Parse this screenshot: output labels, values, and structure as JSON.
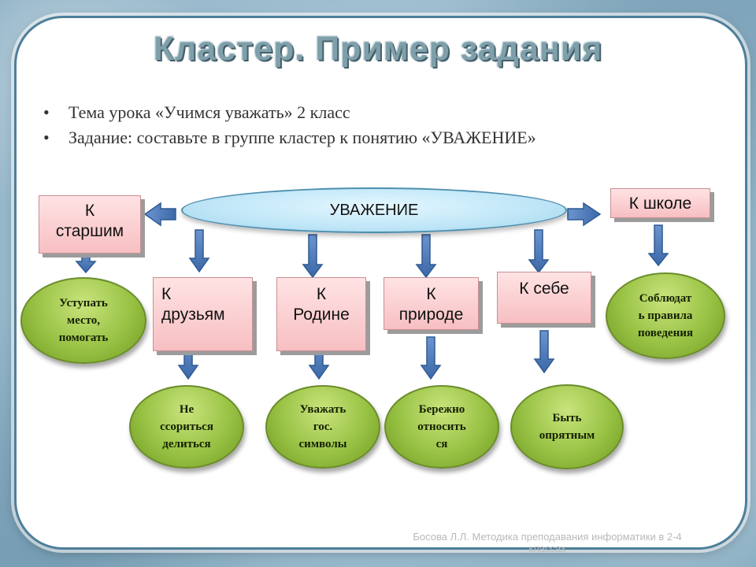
{
  "title": "Кластер. Пример задания",
  "bullets": [
    "Тема урока «Учимся уважать» 2 класс",
    "Задание:  составьте в группе кластер к  понятию «УВАЖЕНИЕ»"
  ],
  "bullet_symbol": "•",
  "center_node": "УВАЖЕНИЕ",
  "categories": {
    "elders": [
      "К",
      "старшим"
    ],
    "friends": [
      "К",
      "друзьям"
    ],
    "motherland": [
      "К",
      "Родине"
    ],
    "nature": [
      "К",
      "природе"
    ],
    "self": [
      "К себе"
    ],
    "school": [
      "К школе"
    ]
  },
  "outcomes": {
    "elders": [
      "Уступать",
      "место,",
      "помогать"
    ],
    "friends": [
      "Не",
      "ссориться",
      "делиться"
    ],
    "motherland": [
      "Уважать",
      "гос.",
      "символы"
    ],
    "nature": [
      "Бережно",
      "относить",
      "ся"
    ],
    "self": [
      "Быть",
      "опрятным"
    ],
    "school": [
      "Соблюдат",
      "ь правила",
      "поведения"
    ]
  },
  "footer": [
    "Босова Л.Л. Методика преподавания информатики в 2-4",
    "классах"
  ],
  "colors": {
    "panel_border": "#4d7f9a",
    "box_fill": "#fbd4d6",
    "ellipse_fill": "#98c244",
    "main_oval_fill": "#bfe6f7",
    "arrow_fill": "#4a78b8"
  }
}
